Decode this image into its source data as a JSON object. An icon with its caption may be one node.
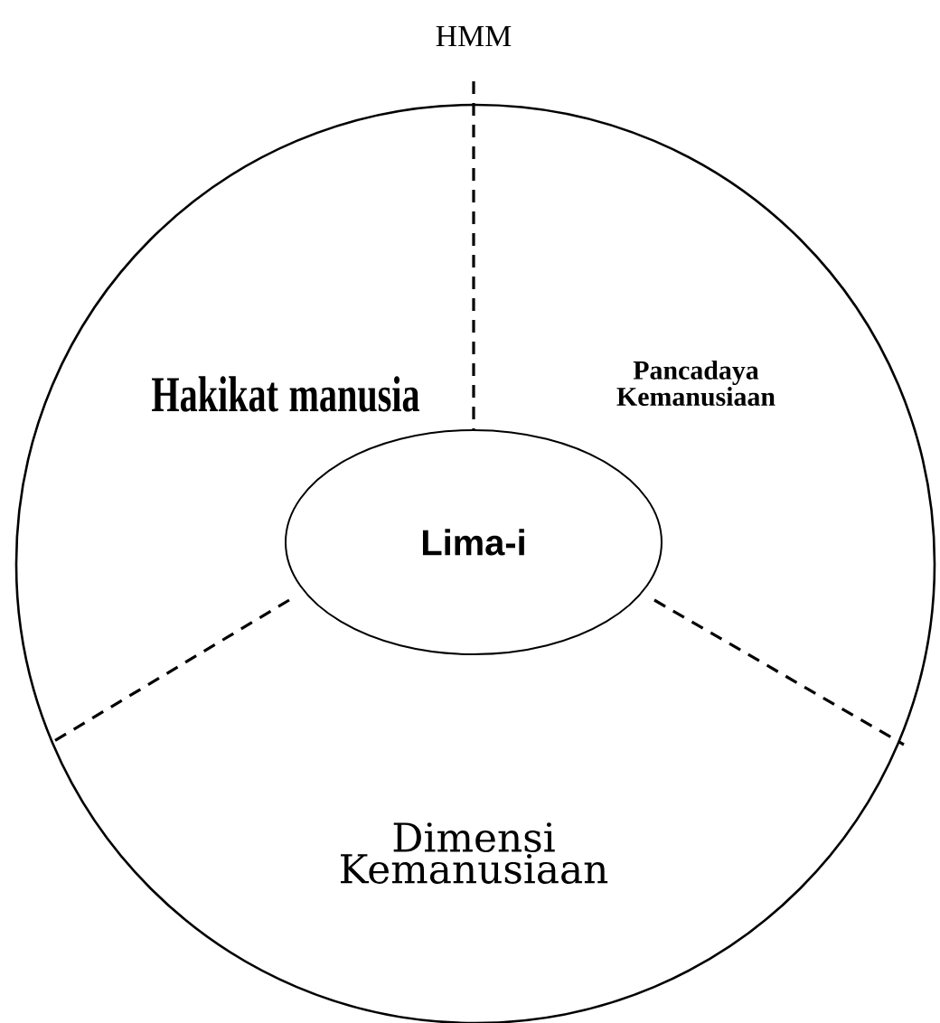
{
  "diagram": {
    "title": "HMM",
    "nodes": [
      {
        "text": [
          "Hakikat manusia",
          "Pancadaya Kemanusiaan",
          "Dimensi Kemanusiaan"
        ]
      },
      {
        "text": [
          "Lima-i"
        ],
        "in": 0
      }
    ],
    "edges": []
  }
}
